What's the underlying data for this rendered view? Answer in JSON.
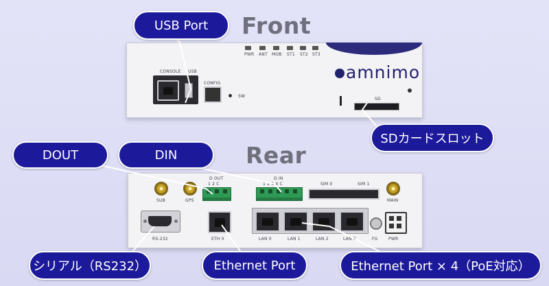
{
  "titles": {
    "front": "Front",
    "rear": "Rear"
  },
  "front": {
    "logo_text": "amnimo",
    "labels": {
      "console": "CONSOLE",
      "usb": "USB",
      "config": "CONFIG",
      "sw": "SW",
      "sd": "SD"
    },
    "leds": [
      "PWR",
      "ANT",
      "MOB",
      "ST1",
      "ST2",
      "ST3"
    ]
  },
  "rear": {
    "labels": {
      "sub": "SUB",
      "gps": "GPS",
      "dout": "D OUT",
      "dout_pins": "1  2  C",
      "din": "D IN",
      "din_pins": "1  2  3  4  C",
      "sim0": "SIM 0",
      "sim1": "SIM 1",
      "main": "MAIN",
      "rs232": "RS-232",
      "eth0": "ETH 0",
      "lan0": "LAN 0",
      "lan1": "LAN 1",
      "lan2": "LAN 2",
      "lan3": "LAN 3",
      "fg": "FG",
      "pwr": "PWR"
    }
  },
  "callouts": {
    "usb_port": "USB Port",
    "sd_slot": "SDカードスロット",
    "dout": "DOUT",
    "din": "DIN",
    "serial": "シリアル（RS232）",
    "ethernet_port": "Ethernet Port",
    "ethernet_poe": "Ethernet Port × 4（PoE対応）"
  },
  "colors": {
    "callout_bg": "#1c1a9a",
    "background": "#dedef5",
    "title_gray": "#6f6f7d",
    "terminal_green": "#2f9a55"
  }
}
